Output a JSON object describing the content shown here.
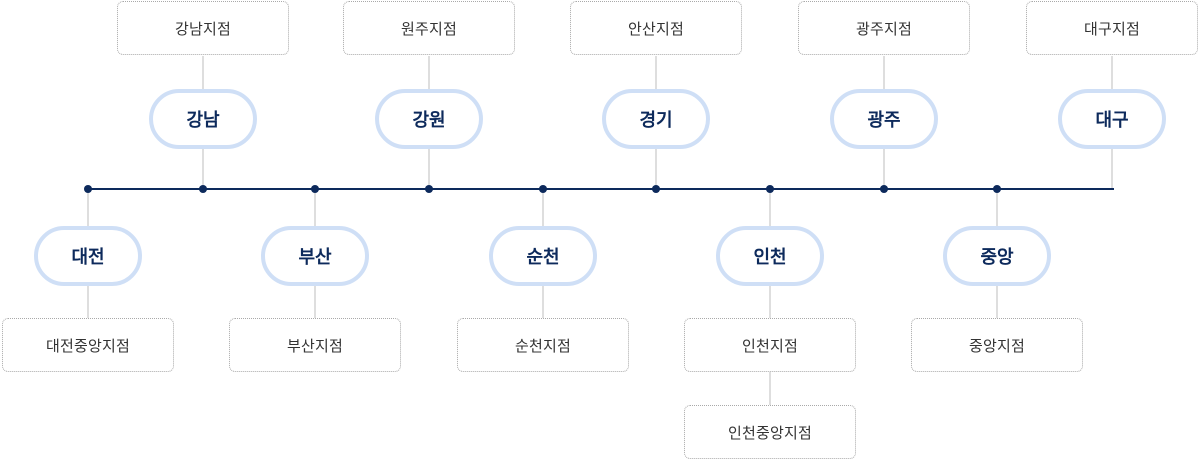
{
  "colors": {
    "line": "#0d2a5c",
    "connector": "#bdbdbd",
    "pill_border": "#cfdff6",
    "pill_text": "#0d2a5c"
  },
  "top_nodes": [
    {
      "region": "강남",
      "branches": [
        "강남지점"
      ]
    },
    {
      "region": "강원",
      "branches": [
        "원주지점"
      ]
    },
    {
      "region": "경기",
      "branches": [
        "안산지점"
      ]
    },
    {
      "region": "광주",
      "branches": [
        "광주지점"
      ]
    },
    {
      "region": "대구",
      "branches": [
        "대구지점"
      ]
    }
  ],
  "bottom_nodes": [
    {
      "region": "대전",
      "branches": [
        "대전중앙지점"
      ]
    },
    {
      "region": "부산",
      "branches": [
        "부산지점"
      ]
    },
    {
      "region": "순천",
      "branches": [
        "순천지점"
      ]
    },
    {
      "region": "인천",
      "branches": [
        "인천지점",
        "인천중앙지점"
      ]
    },
    {
      "region": "중앙",
      "branches": [
        "중앙지점"
      ]
    }
  ]
}
